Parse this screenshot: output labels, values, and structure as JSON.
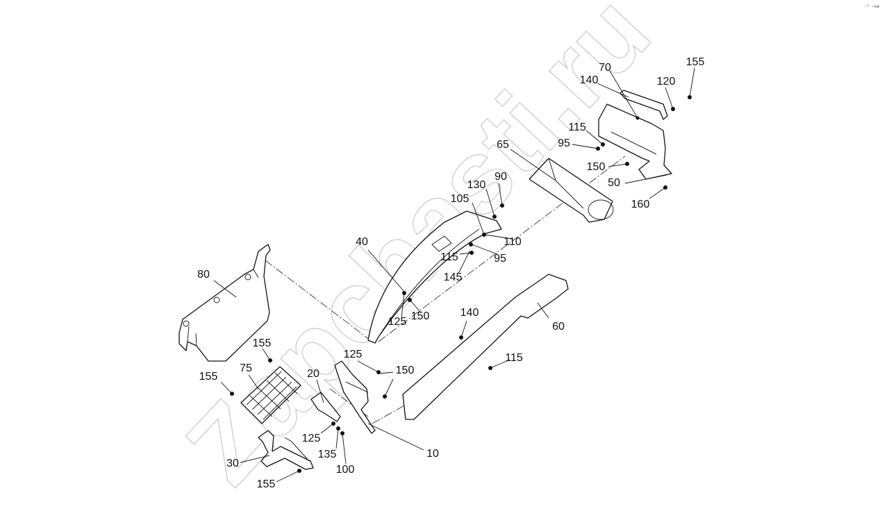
{
  "corner_badge": "◦⁰ ‹oa",
  "watermark": "Zapchasti.ru",
  "callouts": {
    "c155a": "155",
    "c70": "70",
    "c140a": "140",
    "c120": "120",
    "c115a": "115",
    "c95a": "95",
    "c65": "65",
    "c150a": "150",
    "c50": "50",
    "c160": "160",
    "c90": "90",
    "c130": "130",
    "c105": "105",
    "c110": "110",
    "c95b": "95",
    "c115b": "115",
    "c145": "145",
    "c40": "40",
    "c125a": "125",
    "c150b": "150",
    "c80": "80",
    "c140b": "140",
    "c60": "60",
    "c115c": "115",
    "c155b": "155",
    "c125b": "125",
    "c150c": "150",
    "c75": "75",
    "c155c": "155",
    "c20": "20",
    "c125c": "125",
    "c135": "135",
    "c100": "100",
    "c10": "10",
    "c30": "30",
    "c155d": "155"
  }
}
